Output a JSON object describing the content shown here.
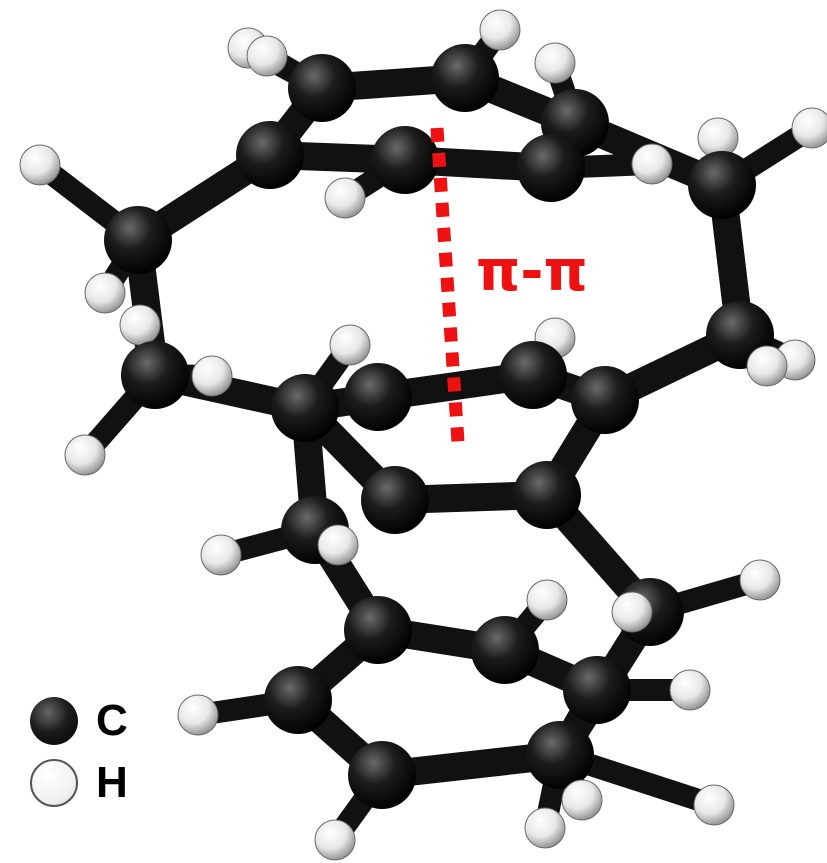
{
  "interaction_label": "π-π",
  "colors": {
    "carbon": "#1a1a1a",
    "hydrogen": "#ffffff",
    "bond": "#111111",
    "interaction": "#ee1111"
  },
  "legend": [
    {
      "symbol": "C",
      "color": "#1a1a1a"
    },
    {
      "symbol": "H",
      "color": "#ffffff"
    }
  ]
}
